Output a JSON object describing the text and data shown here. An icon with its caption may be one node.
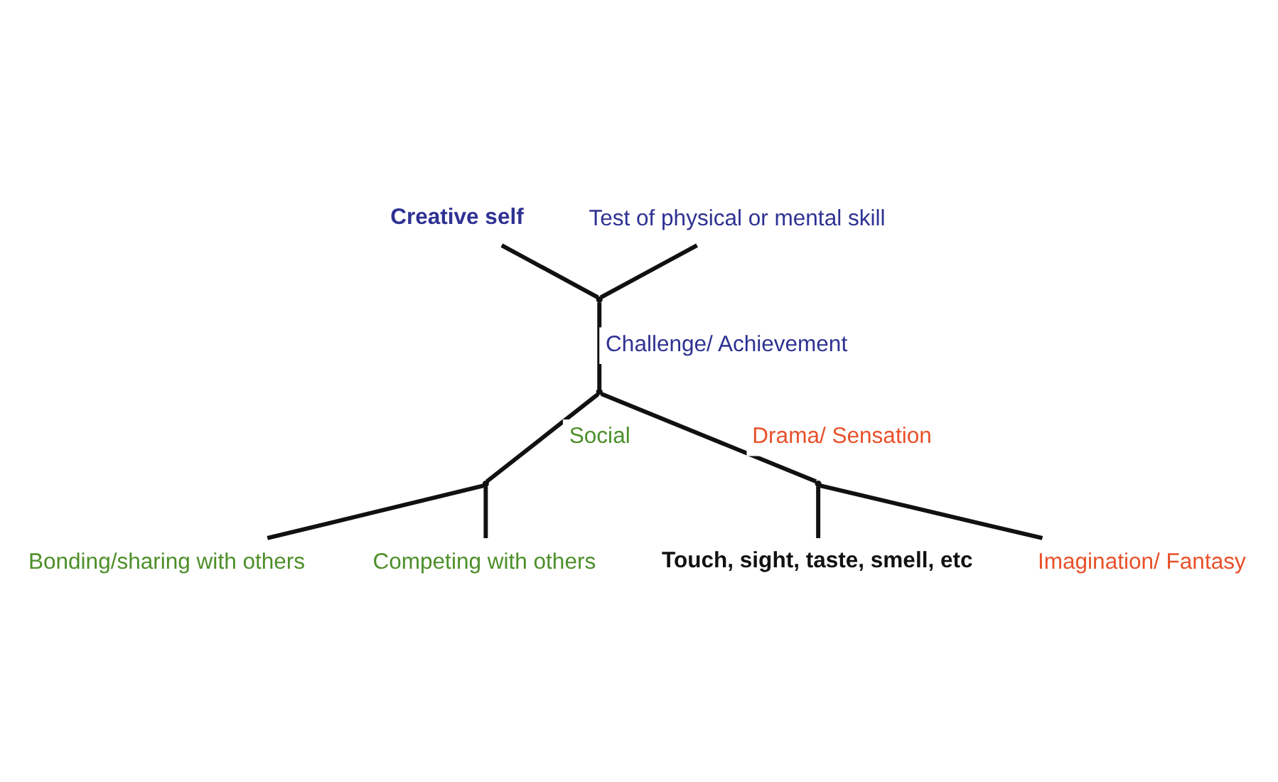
{
  "diagram": {
    "nodes": [
      {
        "text": [
          "Creative self"
        ]
      },
      {
        "text": [
          "Test of physical or mental skill"
        ]
      },
      {
        "text": [],
        "shape": "point"
      },
      {
        "text": [],
        "shape": "point"
      },
      {
        "text": [
          "Bonding/sharing with others"
        ]
      },
      {
        "text": [
          "Touch, sight, taste, smell, etc"
        ]
      },
      {
        "text": [],
        "shape": "point"
      },
      {
        "text": [],
        "shape": "point"
      },
      {
        "text": [
          "Competing with others"
        ]
      },
      {
        "text": [
          "Imagination/ Fantasy"
        ]
      }
    ],
    "edges": [
      {
        "from": 2,
        "to": 0,
        "arrow": "none"
      },
      {
        "from": 2,
        "to": 1,
        "arrow": "none"
      },
      {
        "from": 3,
        "to": 2,
        "arrow": "none",
        "label": "Challenge/ Achievement"
      },
      {
        "from": 3,
        "to": 6,
        "arrow": "none",
        "label": "Social"
      },
      {
        "from": 3,
        "to": 7,
        "arrow": "none",
        "label": "Drama/ Sensation"
      },
      {
        "from": 6,
        "to": 4,
        "arrow": "none"
      },
      {
        "from": 6,
        "to": 8,
        "arrow": "none"
      },
      {
        "from": 7,
        "to": 5,
        "arrow": "none"
      },
      {
        "from": 7,
        "to": 9,
        "arrow": "none"
      }
    ]
  }
}
